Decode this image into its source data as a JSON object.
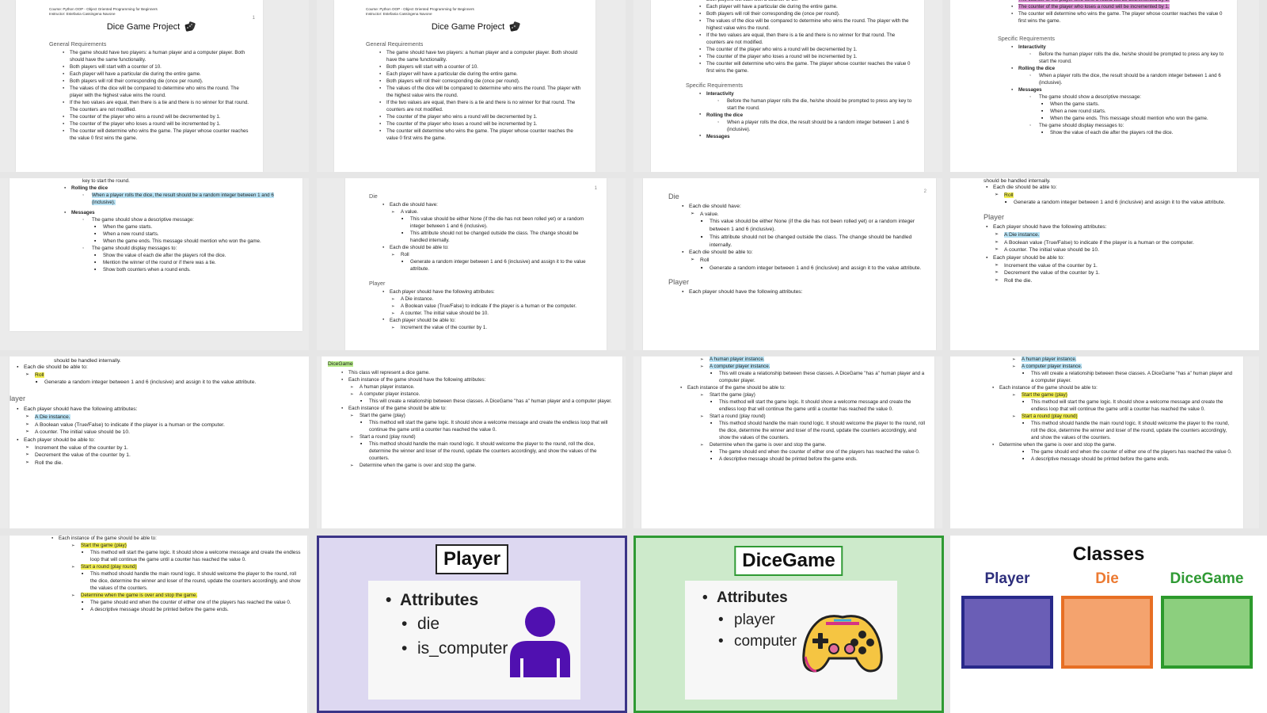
{
  "doc": {
    "course": "Course: Python OOP - Object Oriented Programming for Beginners",
    "instructor": "Instructor: Estefania Cassingena Navone",
    "title": "Dice Game Project",
    "page1": "1",
    "page2": "2",
    "sections": {
      "general": "General Requirements",
      "specific": "Specific Requirements",
      "die": "Die",
      "player": "Player",
      "dicegame": "DiceGame"
    },
    "general": [
      "The game should have two players: a human player and a computer player. Both should have the same functionality.",
      "Both players will start with a counter of 10.",
      "Each player will have a particular die during the entire game.",
      "Both players will roll their corresponding die (once per round).",
      "The values of the dice will be compared to determine who wins the round. The player with the highest value wins the round.",
      "If the two values are equal, then there is a tie and there is no winner for that round. The counters are not modified.",
      "The counter of the player who wins a round will be decremented by 1.",
      "The counter of the player who loses a round will be incremented by 1.",
      "The counter will determine who wins the game. The player whose counter reaches the value 0 first wins the game."
    ],
    "specific": {
      "interactivity": "Interactivity",
      "interactivity_text": "Before the human player rolls the die, he/she should be prompted to press any key to start the round.",
      "rolling": "Rolling the dice",
      "rolling_text": "When a player rolls the dice, the result should be a random integer between 1 and 6 (inclusive).",
      "messages": "Messages",
      "messages_intro": "The game should show a descriptive message:",
      "msg1": "When the game starts.",
      "msg2": "When a new round starts.",
      "msg3": "When the game ends. This message should mention who won the game.",
      "display_intro": "The game should display messages to:",
      "disp1": "Show the value of each die after the players roll the dice.",
      "disp2": "Mention the winner of the round or if there was a tie.",
      "disp3": "Show both counters when a round ends."
    },
    "die": {
      "have": "Each die should have:",
      "value": "A value.",
      "value_none": "This value should be either None (if the die has not been rolled yet) or a random integer between 1 and 6 (inclusive).",
      "value_internal": "This attribute should not be changed outside the class. The change should be handled internally.",
      "able": "Each die should be able to:",
      "roll": "Roll",
      "roll_text": "Generate a random integer between 1 and 6 (inclusive) and assign it to the value attribute."
    },
    "player": {
      "attrs": "Each player should have the following attributes:",
      "die_inst": "A Die instance.",
      "bool": "A Boolean value (True/False) to indicate if the player is a human or the computer.",
      "counter": "A counter. The initial value should be 10.",
      "able": "Each player should be able to:",
      "inc": "Increment the value of the counter by 1.",
      "dec": "Decrement the value of the counter by 1.",
      "roll": "Roll the die."
    },
    "dicegame": {
      "represent": "This class will represent a dice game.",
      "attrs": "Each instance of the game should have the following attributes:",
      "human": "A human player instance.",
      "computer": "A computer player instance.",
      "relation": "This will create a relationship between these classes. A DiceGame \"has a\" human player and a computer player.",
      "able": "Each instance of the game should be able to:",
      "play": "Start the game (play)",
      "play_text": "This method will start the game logic. It should show a welcome message and create the endless loop that will continue the game until a counter has reached the value 0.",
      "round": "Start a round (play round)",
      "round_text": "This method should handle the main round logic. It should welcome the player to the round, roll the dice, determine the winner and loser of the round, update the counters accordingly, and show the values of the counters.",
      "over": "Determine when the game is over and stop the game.",
      "over_text": "The game should end when the counter of either one of the players has reached the value 0.",
      "final": "A descriptive message should be printed before the game ends."
    },
    "handled": "should be handled internally.",
    "key_start": "key to start the round."
  },
  "slides": {
    "player": {
      "title": "Player",
      "attributes": "Attributes",
      "items": [
        "die",
        "is_computer"
      ],
      "bg": "#ddd8f1",
      "border": "#3b3487",
      "icon": "person-icon",
      "icon_color": "#5010b0"
    },
    "dicegame": {
      "title": "DiceGame",
      "attributes": "Attributes",
      "items": [
        "player",
        "computer"
      ],
      "bg": "#cdeacb",
      "border": "#2f9a34",
      "icon": "gamepad-icon"
    },
    "classes": {
      "title": "Classes",
      "items": [
        {
          "label": "Player",
          "color": "#2d2e7c",
          "fill": "#6a5eb6",
          "stroke": "#28298a"
        },
        {
          "label": "Die",
          "color": "#ec7a32",
          "fill": "#f4a36e",
          "stroke": "#e76f24"
        },
        {
          "label": "DiceGame",
          "color": "#2f9a34",
          "fill": "#8ccf7e",
          "stroke": "#2c9a2c"
        }
      ]
    }
  }
}
